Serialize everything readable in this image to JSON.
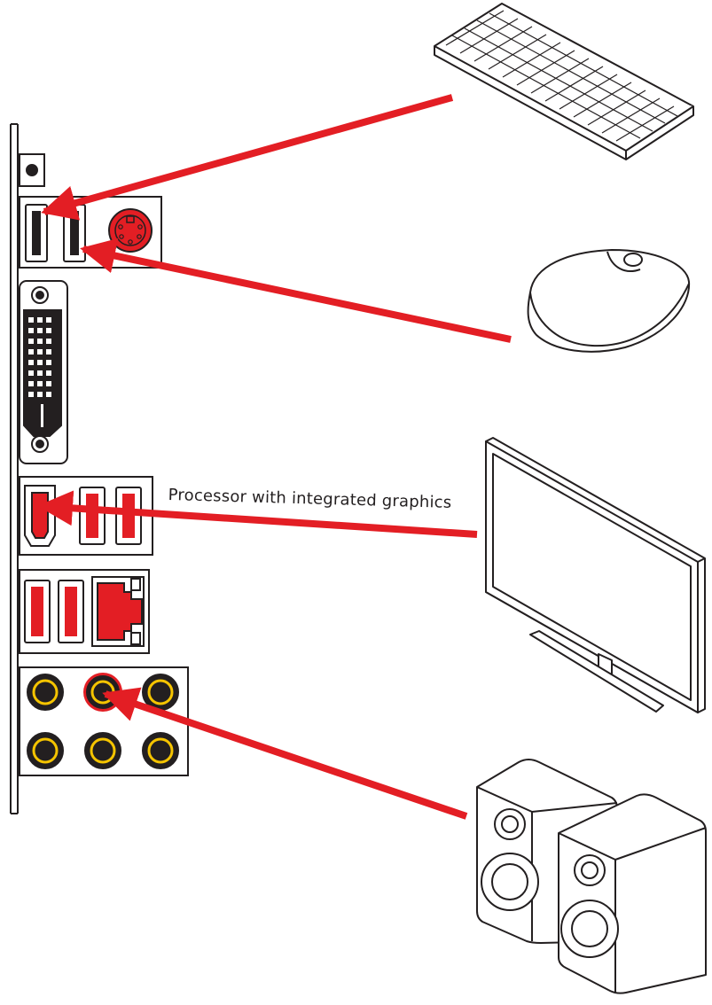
{
  "diagram": {
    "caption": "Processor with integrated graphics",
    "colors": {
      "arrow": "#e31e24",
      "line": "#231f20",
      "port_red": "#e31e24",
      "audio_ring": "#f5c400"
    },
    "devices": [
      "keyboard",
      "mouse",
      "monitor",
      "speakers"
    ],
    "rear_panel_ports": [
      "bios-button",
      "usb-2-0",
      "ps2-combo",
      "dvi-d",
      "hdmi",
      "usb-3-2",
      "lan-rj45",
      "audio-jacks"
    ]
  }
}
